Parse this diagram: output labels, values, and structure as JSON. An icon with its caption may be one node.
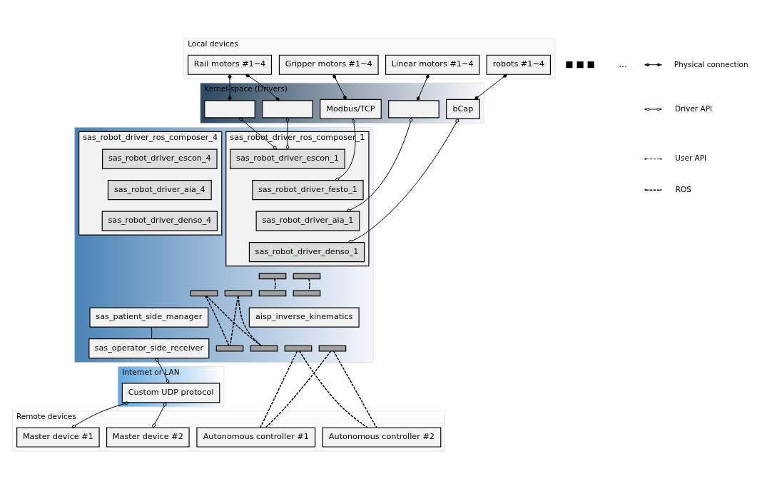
{
  "diagram": {
    "nodes": [
      {
        "text": [
          "Local devices"
        ]
      },
      {
        "text": [
          "Rail motors #1~4"
        ],
        "in": 0
      },
      {
        "text": [
          "Gripper motors #1~4"
        ],
        "in": 0
      },
      {
        "text": [
          "Linear motors #1~4"
        ],
        "in": 0
      },
      {
        "text": [
          "robots #1~4"
        ],
        "in": 0
      },
      {
        "text": [
          "Kernel-space (Drivers)"
        ]
      },
      {
        "text": [],
        "shape": "box",
        "in": 5
      },
      {
        "text": [],
        "shape": "box",
        "in": 5
      },
      {
        "text": [
          "Modbus/TCP"
        ],
        "in": 5
      },
      {
        "text": [],
        "shape": "box",
        "in": 5
      },
      {
        "text": [
          "bCap"
        ],
        "in": 5
      },
      {
        "text": [],
        "shape": "band"
      },
      {
        "text": [
          "sas_robot_driver_ros_composer_1"
        ],
        "in": 11
      },
      {
        "text": [
          "sas_robot_driver_escon_1"
        ],
        "in": 12
      },
      {
        "text": [
          "sas_robot_driver_festo_1"
        ],
        "in": 12
      },
      {
        "text": [
          "sas_robot_driver_aia_1"
        ],
        "in": 12
      },
      {
        "text": [
          "sas_robot_driver_denso_1"
        ],
        "in": 12
      },
      {
        "text": [
          "sas_robot_driver_ros_composer_4"
        ],
        "in": 11
      },
      {
        "text": [
          "sas_robot_driver_escon_4"
        ],
        "in": 17
      },
      {
        "text": [
          "sas_robot_driver_aia_4"
        ],
        "in": 17
      },
      {
        "text": [
          "sas_robot_driver_denso_4"
        ],
        "in": 17
      },
      {
        "text": [],
        "shape": "bar",
        "in": 11
      },
      {
        "text": [],
        "shape": "bar",
        "in": 11
      },
      {
        "text": [],
        "shape": "bar",
        "in": 11
      },
      {
        "text": [],
        "shape": "bar",
        "in": 11
      },
      {
        "text": [
          "sas_patient_side_manager"
        ],
        "in": 11
      },
      {
        "text": [
          "sas_operator_side_receiver"
        ],
        "in": 11
      },
      {
        "text": [],
        "shape": "bar",
        "in": 11
      },
      {
        "text": [],
        "shape": "bar",
        "in": 11
      },
      {
        "text": [
          "aisp_inverse_kinematics"
        ],
        "in": 11
      },
      {
        "text": [],
        "shape": "bar",
        "in": 11
      },
      {
        "text": [],
        "shape": "bar",
        "in": 11
      },
      {
        "text": [],
        "shape": "bar",
        "in": 11
      },
      {
        "text": [],
        "shape": "bar",
        "in": 11
      },
      {
        "text": [
          "Internet or LAN"
        ]
      },
      {
        "text": [
          "Custom UDP protocol"
        ],
        "in": 34
      },
      {
        "text": [
          "Remote devices"
        ]
      },
      {
        "text": [
          "Master device #1"
        ],
        "in": 36
      },
      {
        "text": [
          "Master device #2"
        ],
        "in": 36
      },
      {
        "text": [
          "Autonomous controller #1"
        ],
        "in": 36
      },
      {
        "text": [
          "Autonomous controller #2"
        ],
        "in": 36
      }
    ],
    "edges": [
      {
        "from": 1,
        "to": 6,
        "arrow": "other"
      },
      {
        "from": 1,
        "to": 7,
        "arrow": "other"
      },
      {
        "from": 2,
        "to": 8,
        "arrow": "other"
      },
      {
        "from": 3,
        "to": 9,
        "arrow": "other"
      },
      {
        "from": 4,
        "to": 10,
        "arrow": "other"
      },
      {
        "from": 6,
        "to": 13,
        "arrow": "other"
      },
      {
        "from": 7,
        "to": 13,
        "arrow": "other"
      },
      {
        "from": 8,
        "to": 14,
        "arrow": "other"
      },
      {
        "from": 9,
        "to": 15,
        "arrow": "other"
      },
      {
        "from": 10,
        "to": 16,
        "arrow": "other"
      },
      {
        "from": 21,
        "to": 27,
        "arrow": "none",
        "style": "dashed"
      },
      {
        "from": 22,
        "to": 28,
        "arrow": "none",
        "style": "dashed"
      },
      {
        "from": 23,
        "to": 30,
        "arrow": "none",
        "style": "dashed"
      },
      {
        "from": 23,
        "to": 31,
        "arrow": "none",
        "style": "dashed"
      },
      {
        "from": 24,
        "to": 30,
        "arrow": "none",
        "style": "dashed"
      },
      {
        "from": 24,
        "to": 31,
        "arrow": "none",
        "style": "dashed"
      },
      {
        "from": 25,
        "to": 26,
        "arrow": "none"
      },
      {
        "from": 26,
        "to": 35,
        "arrow": "other"
      },
      {
        "from": 35,
        "to": 37,
        "arrow": "other"
      },
      {
        "from": 35,
        "to": 38,
        "arrow": "other"
      },
      {
        "from": 32,
        "to": 39,
        "arrow": "none",
        "style": "dashed"
      },
      {
        "from": 32,
        "to": 40,
        "arrow": "none",
        "style": "dashed"
      },
      {
        "from": 33,
        "to": 39,
        "arrow": "none",
        "style": "dashed"
      },
      {
        "from": 33,
        "to": 40,
        "arrow": "none",
        "style": "dashed"
      }
    ],
    "labels": [
      "■ ■ ■",
      "..."
    ],
    "legend": [
      {
        "text": "Physical connection"
      },
      {
        "text": "Driver API"
      },
      {
        "text": "User API"
      },
      {
        "text": "ROS"
      }
    ]
  }
}
